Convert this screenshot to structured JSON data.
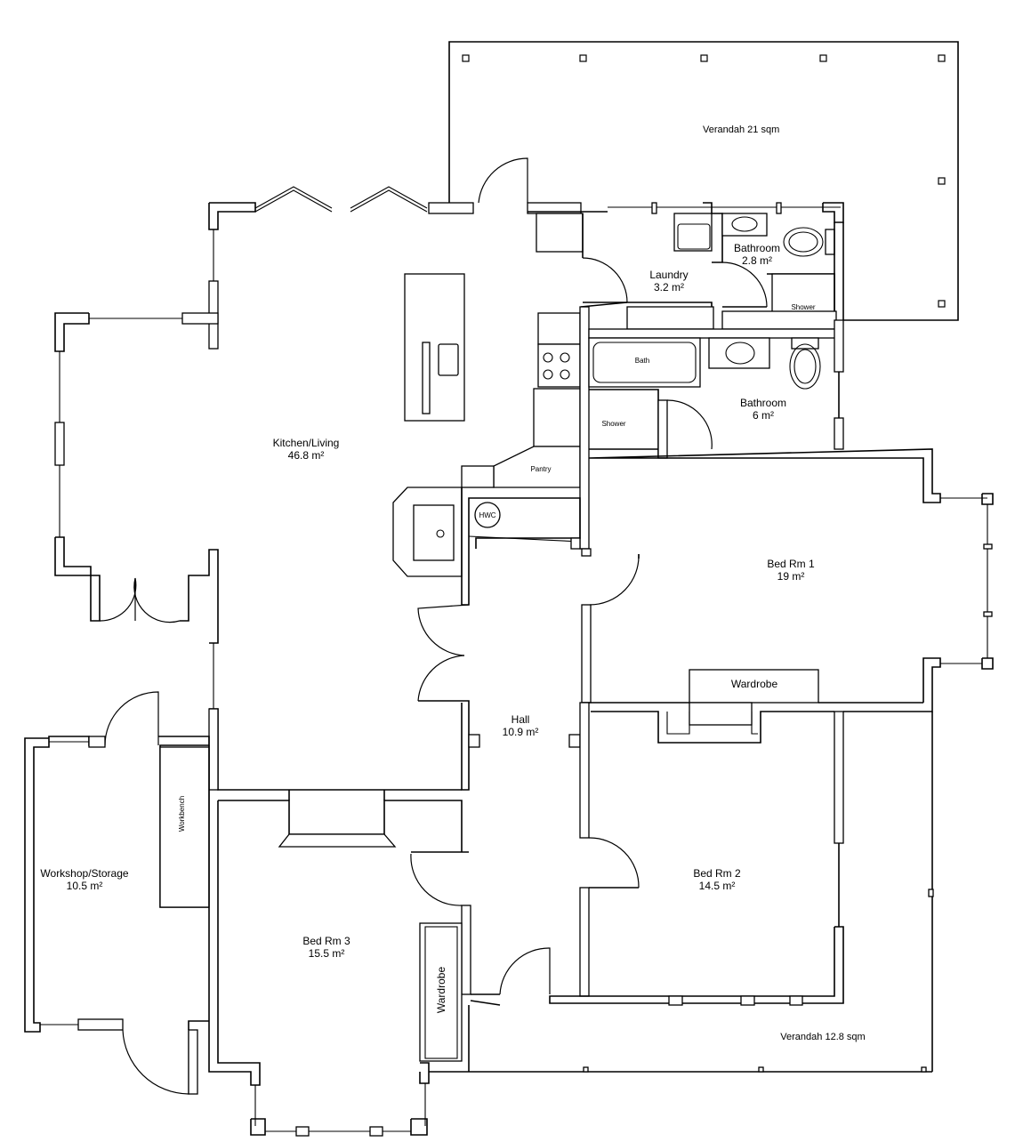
{
  "rooms": {
    "verandah_top": "Verandah 21 sqm",
    "bathroom_small": {
      "name": "Bathroom",
      "area": "2.8 m²"
    },
    "laundry": {
      "name": "Laundry",
      "area": "3.2 m²"
    },
    "shower_small": "Shower",
    "bath": "Bath",
    "bathroom_main": {
      "name": "Bathroom",
      "area": "6 m²"
    },
    "shower_main": "Shower",
    "kitchen_living": {
      "name": "Kitchen/Living",
      "area": "46.8 m²"
    },
    "pantry": "Pantry",
    "hwc": "HWC",
    "bed1": {
      "name": "Bed Rm 1",
      "area": "19 m²"
    },
    "wardrobe_bed1": "Wardrobe",
    "hall": {
      "name": "Hall",
      "area": "10.9 m²"
    },
    "workshop": {
      "name": "Workshop/Storage",
      "area": "10.5 m²"
    },
    "workbench": "Workbench",
    "bed2": {
      "name": "Bed Rm 2",
      "area": "14.5 m²"
    },
    "bed3": {
      "name": "Bed Rm 3",
      "area": "15.5 m²"
    },
    "wardrobe_bed3": "Wardrobe",
    "verandah_bottom": "Verandah 12.8 sqm"
  }
}
